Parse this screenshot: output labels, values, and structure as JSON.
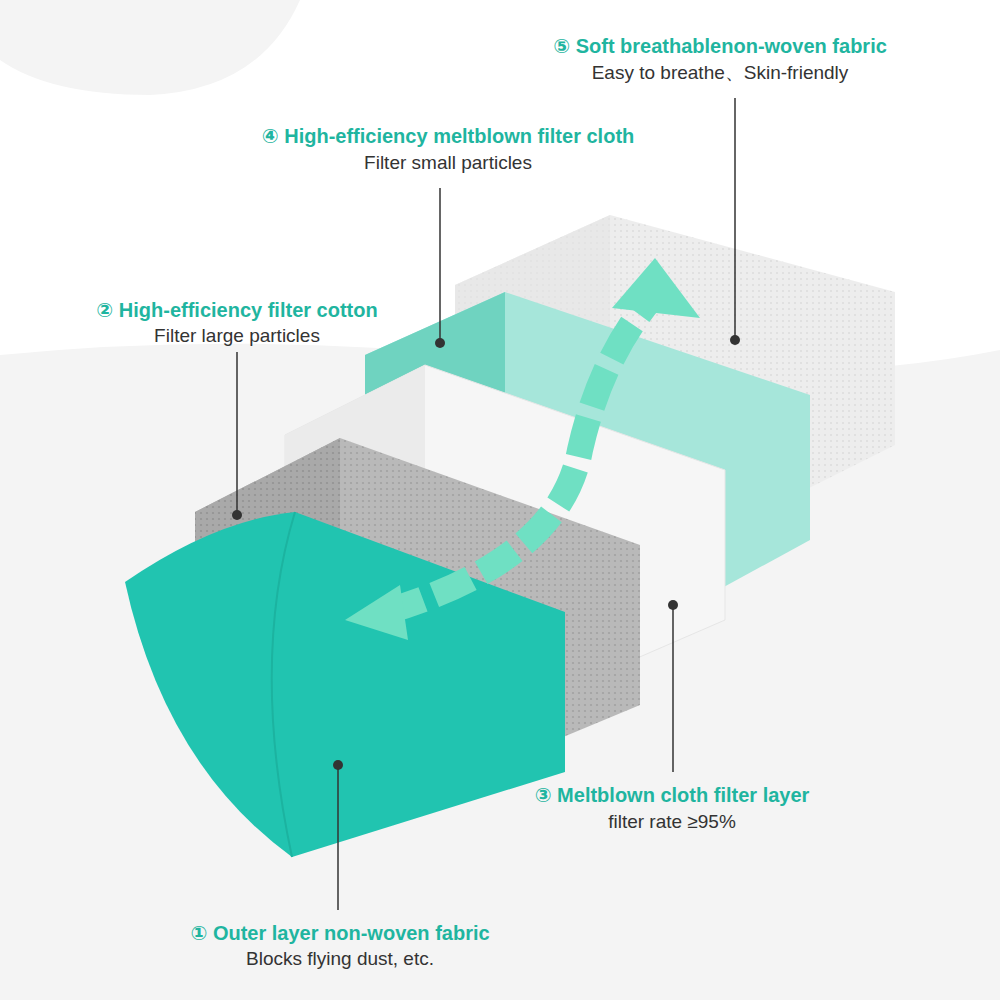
{
  "diagram": {
    "labels": [
      "⑤ Soft breathablenon-woven fabric",
      "Easy to breathe、Skin-friendly",
      "④ High-efficiency meltblown filter cloth",
      "Filter small particles",
      "② High-efficiency filter cotton",
      "Filter large particles",
      "③ Meltblown cloth filter layer",
      "filter rate ≥95%",
      "① Outer layer non-woven fabric",
      "Blocks flying dust, etc."
    ]
  }
}
